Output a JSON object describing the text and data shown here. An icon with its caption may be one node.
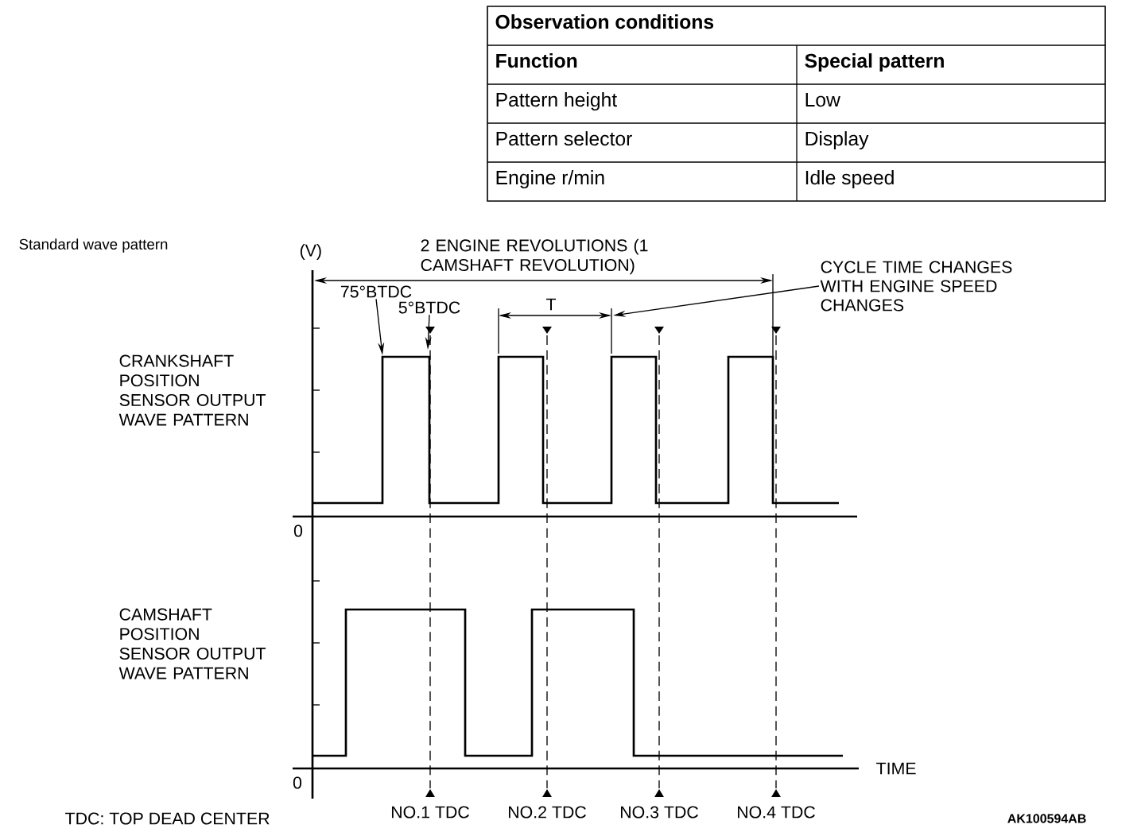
{
  "diagram": {
    "nodes": [
      {
        "text": [
          "75°BTDC"
        ]
      },
      {
        "text": [
          "5°BTDC"
        ]
      },
      {
        "text": [
          "CYCLE TIME CHANGES WITH ENGINE SPEED CHANGES"
        ]
      },
      {
        "text": [],
        "shape": "picture"
      }
    ],
    "edges": [
      {
        "from": 0,
        "to": 3,
        "arrow": "to"
      },
      {
        "from": 1,
        "to": 3,
        "arrow": "to"
      },
      {
        "from": 2,
        "to": null,
        "arrow": "to"
      }
    ],
    "labels": [
      "Observation conditions",
      "Function",
      "Special pattern",
      "Pattern height",
      "Low",
      "Pattern selector",
      "Display",
      "Engine r/min",
      "Idle speed",
      "Standard wave pattern",
      "(V)",
      "2 ENGINE REVOLUTIONS (1 CAMSHAFT REVOLUTION)",
      "T",
      "CRANKSHAFT POSITION SENSOR OUTPUT WAVE PATTERN",
      "0",
      "CAMSHAFT POSITION SENSOR OUTPUT WAVE PATTERN",
      "TIME",
      "0",
      "NO.1 TDC",
      "NO.2 TDC",
      "NO.3 TDC",
      "NO.4 TDC",
      "TDC: TOP DEAD CENTER",
      "AK100594AB"
    ]
  }
}
